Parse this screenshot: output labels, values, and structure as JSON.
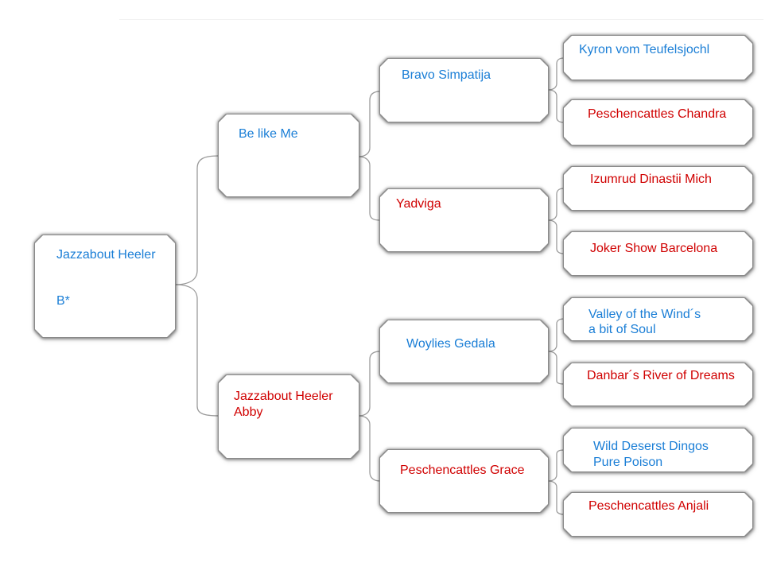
{
  "pedigree": {
    "subject": {
      "line1": "Jazzabout Heeler",
      "line2": "B*",
      "color": "#1a7ed6"
    },
    "sire": {
      "name": "Be like Me",
      "color": "#1a7ed6"
    },
    "dam": {
      "line1": "Jazzabout Heeler",
      "line2": "Abby",
      "color": "#d00000"
    },
    "sire_sire": {
      "name": "Bravo Simpatija"
    },
    "sire_dam": {
      "name": "Yadviga"
    },
    "dam_sire": {
      "name": "Woylies Gedala"
    },
    "dam_dam": {
      "name": "Peschencattles Grace"
    },
    "ggp": [
      {
        "line1": "Kyron vom Teufelsjochl"
      },
      {
        "line1": "Peschencattles Chandra"
      },
      {
        "line1": "Izumrud Dinastii Mich"
      },
      {
        "line1": "Joker Show Barcelona"
      },
      {
        "line1": "Valley of the Wind´s",
        "line2": "a bit of Soul"
      },
      {
        "line1": "Danbar´s River of Dreams"
      },
      {
        "line1": "Wild Deserst Dingos",
        "line2": "Pure Poison"
      },
      {
        "line1": "Peschencattles Anjali"
      }
    ]
  }
}
